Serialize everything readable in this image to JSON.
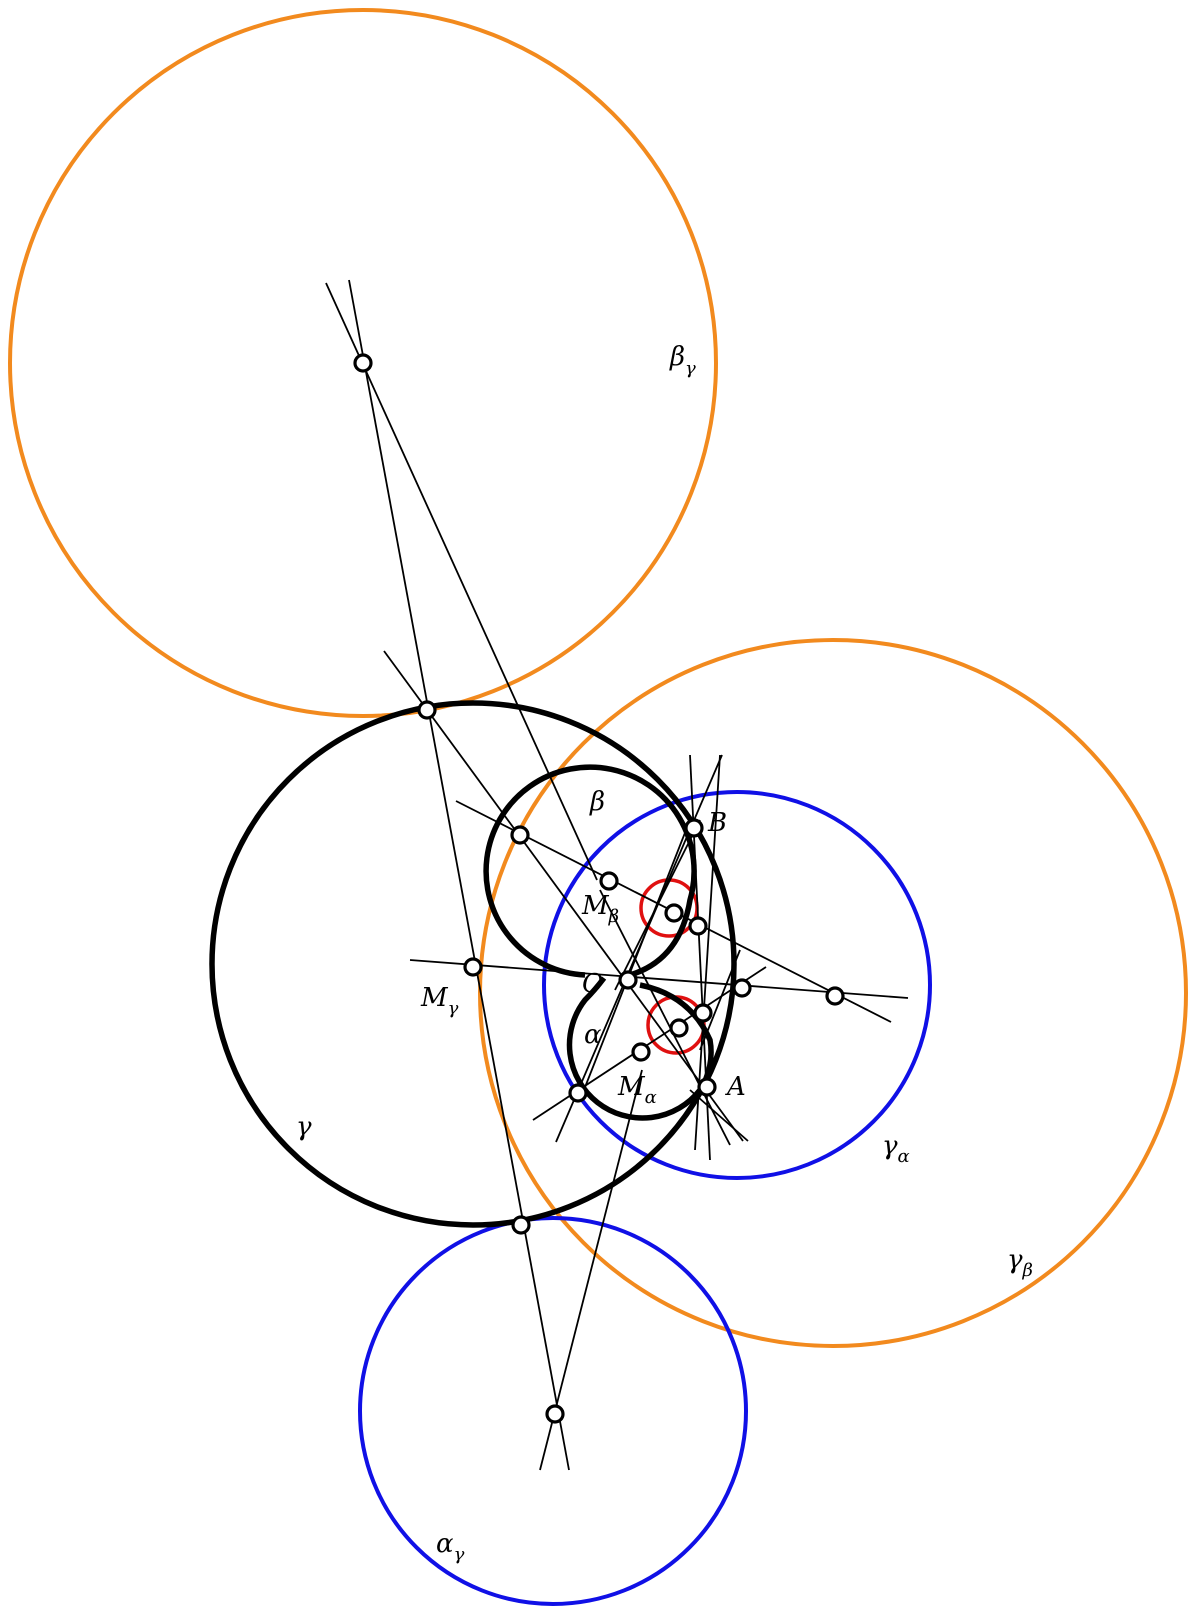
{
  "colors": {
    "black": "#000000",
    "orange": "#f28a1e",
    "blue": "#1010e6",
    "red": "#e01010"
  },
  "labels": {
    "beta_gamma": {
      "base": "β",
      "sub": "γ"
    },
    "beta": {
      "base": "β",
      "sub": ""
    },
    "B": {
      "base": "B",
      "sub": ""
    },
    "M_beta": {
      "base": "M",
      "sub": "β"
    },
    "O": {
      "base": "O",
      "sub": ""
    },
    "M_gamma": {
      "base": "M",
      "sub": "γ"
    },
    "alpha": {
      "base": "α",
      "sub": ""
    },
    "M_alpha": {
      "base": "M",
      "sub": "α"
    },
    "A": {
      "base": "A",
      "sub": ""
    },
    "gamma": {
      "base": "γ",
      "sub": ""
    },
    "gamma_alpha": {
      "base": "γ",
      "sub": "α"
    },
    "gamma_beta": {
      "base": "γ",
      "sub": "β"
    },
    "alpha_gamma": {
      "base": "α",
      "sub": "γ"
    }
  }
}
